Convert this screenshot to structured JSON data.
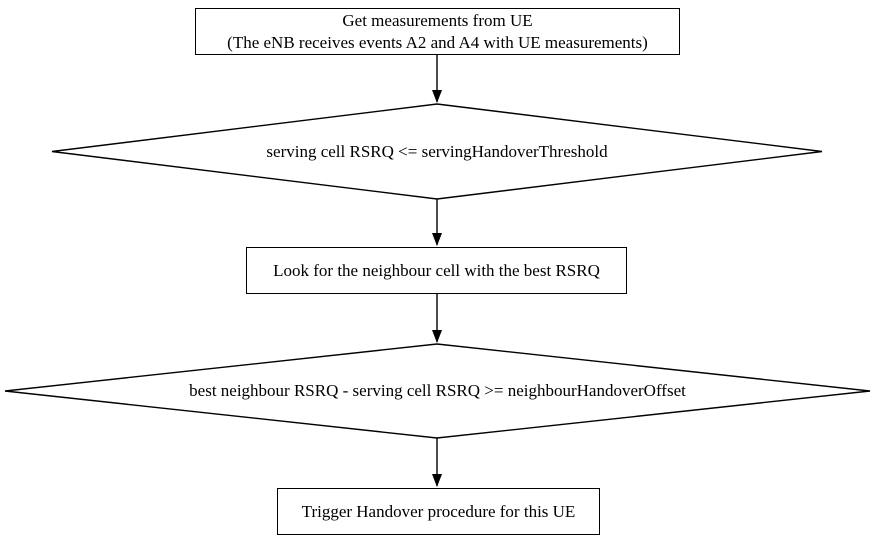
{
  "diagram": {
    "type": "flowchart",
    "colors": {
      "background": "#ffffff",
      "stroke": "#000000",
      "text": "#000000"
    },
    "nodes": {
      "get_measurements": {
        "type": "process",
        "lines": [
          "Get measurements from UE",
          "(The eNB receives events A2 and A4 with UE measurements)"
        ]
      },
      "serving_check": {
        "type": "decision",
        "label": "serving cell RSRQ <= servingHandoverThreshold"
      },
      "find_neighbour": {
        "type": "process",
        "label": "Look for the neighbour cell with the best RSRQ"
      },
      "neighbour_check": {
        "type": "decision",
        "label": "best neighbour RSRQ - serving cell RSRQ >= neighbourHandoverOffset"
      },
      "trigger_handover": {
        "type": "process",
        "label": "Trigger Handover procedure for this UE"
      }
    },
    "edges": [
      {
        "from": "get_measurements",
        "to": "serving_check",
        "label": ""
      },
      {
        "from": "serving_check",
        "to": "find_neighbour",
        "label": ""
      },
      {
        "from": "find_neighbour",
        "to": "neighbour_check",
        "label": ""
      },
      {
        "from": "neighbour_check",
        "to": "trigger_handover",
        "label": ""
      }
    ]
  }
}
